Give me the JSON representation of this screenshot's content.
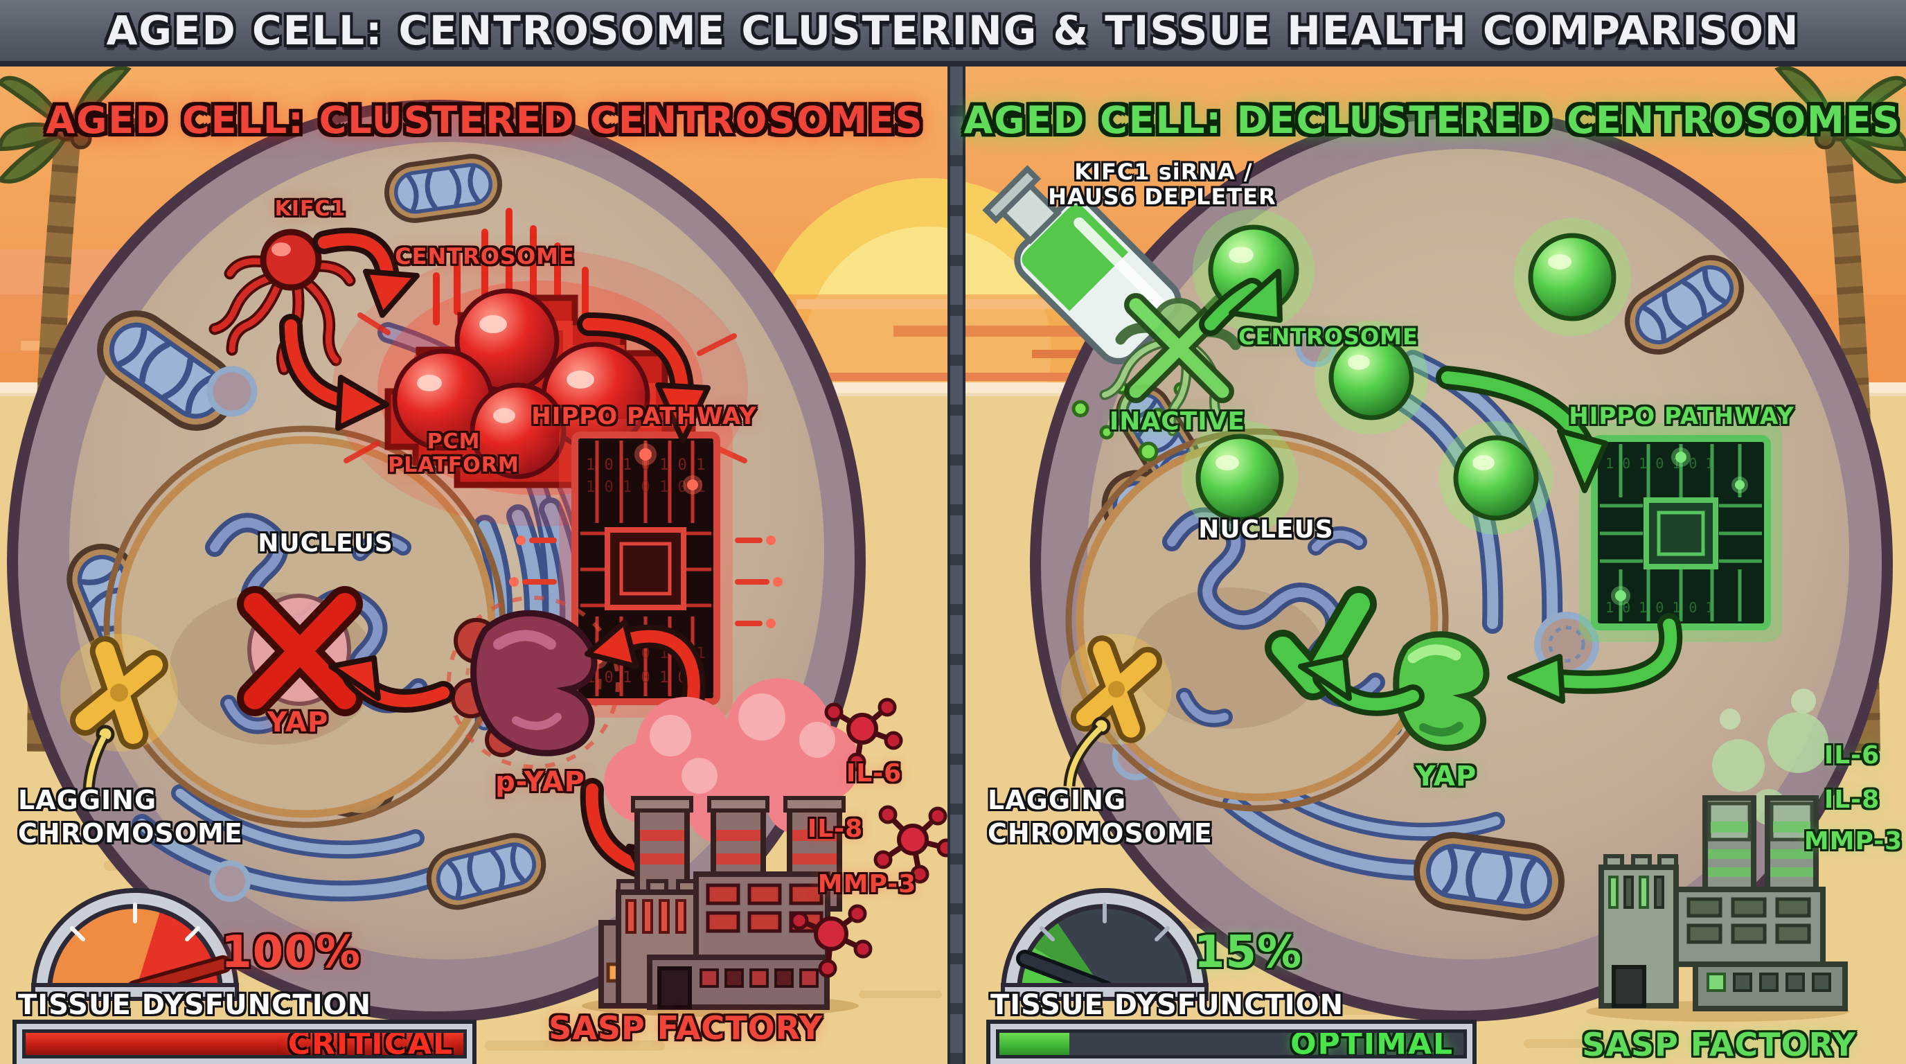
{
  "banner": {
    "title": "AGED CELL: CENTROSOME CLUSTERING & TISSUE HEALTH COMPARISON"
  },
  "decor": {
    "binary_row": "1 0 1 0 1 0 1"
  },
  "left": {
    "heading": "AGED CELL: CLUSTERED CENTROSOMES",
    "accent_color": "#f1453a",
    "kifc1_label": "KIFC1",
    "centrosome_label": "CENTROSOME",
    "pcm_label_line1": "PCM",
    "pcm_label_line2": "PLATFORM",
    "hippo_label": "HIPPO PATHWAY",
    "nucleus_label": "NUCLEUS",
    "yap_label": "YAP",
    "pyap_label": "p-YAP",
    "lagging_label_line1": "LAGGING",
    "lagging_label_line2": "CHROMOSOME",
    "cytokines": [
      "IL-6",
      "IL-8",
      "MMP-3"
    ],
    "factory_label": "SASP FACTORY",
    "gauge": {
      "percent_text": "100%",
      "percent": 100,
      "label": "TISSUE DYSFUNCTION",
      "status": "CRITICAL"
    }
  },
  "right": {
    "heading": "AGED CELL: DECLUSTERED CENTROSOMES",
    "accent_color": "#5fdd5a",
    "treatment_label_line1": "KIFC1 siRNA /",
    "treatment_label_line2": "HAUS6 DEPLETER",
    "inactive_label": "INACTIVE",
    "centrosome_label": "CENTROSOME",
    "hippo_label": "HIPPO PATHWAY",
    "nucleus_label": "NUCLEUS",
    "yap_label": "YAP",
    "lagging_label_line1": "LAGGING",
    "lagging_label_line2": "CHROMOSOME",
    "cytokines": [
      "IL-6",
      "IL-8",
      "MMP-3"
    ],
    "factory_label": "SASP FACTORY",
    "gauge": {
      "percent_text": "15%",
      "percent": 15,
      "label": "TISSUE DYSFUNCTION",
      "status": "OPTIMAL"
    }
  }
}
